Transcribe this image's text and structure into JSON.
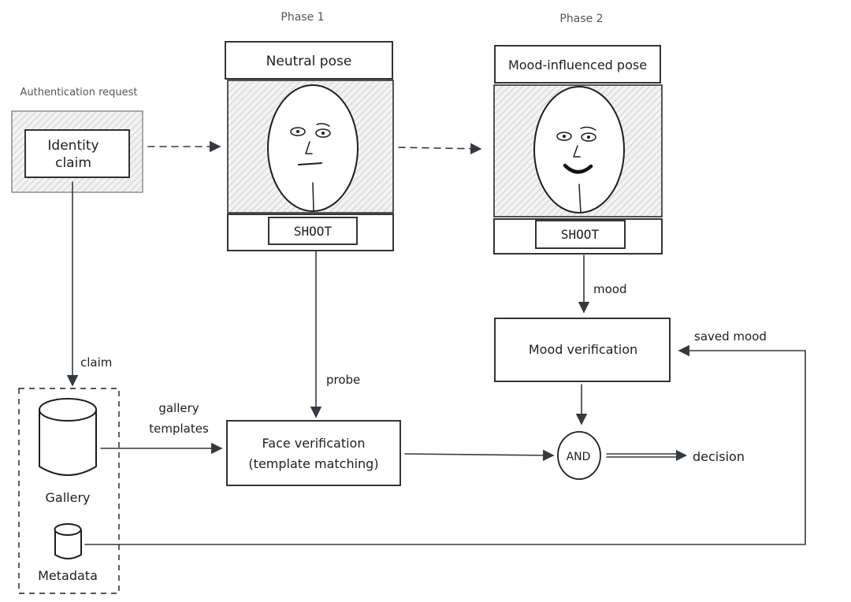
{
  "phases": {
    "phase1": "Phase 1",
    "phase2": "Phase 2"
  },
  "auth": {
    "title": "Authentication request",
    "box_line1": "Identity",
    "box_line2": "claim"
  },
  "cards": {
    "neutral": {
      "title": "Neutral pose",
      "button": "SHOOT"
    },
    "mood": {
      "title": "Mood-influenced pose",
      "button": "SHOOT"
    }
  },
  "edge_labels": {
    "claim": "claim",
    "probe": "probe",
    "mood": "mood",
    "saved_mood": "saved mood",
    "gallery_line1": "gallery",
    "gallery_line2": "templates",
    "decision": "decision"
  },
  "processes": {
    "face_line1": "Face verification",
    "face_line2": "(template matching)",
    "mood_verification": "Mood verification",
    "and_gate": "AND"
  },
  "storage": {
    "gallery": "Gallery",
    "metadata": "Metadata"
  },
  "colors": {
    "ink": "#1e1e1e",
    "arrow": "#343a40",
    "hatch": "#d0d0d0"
  }
}
